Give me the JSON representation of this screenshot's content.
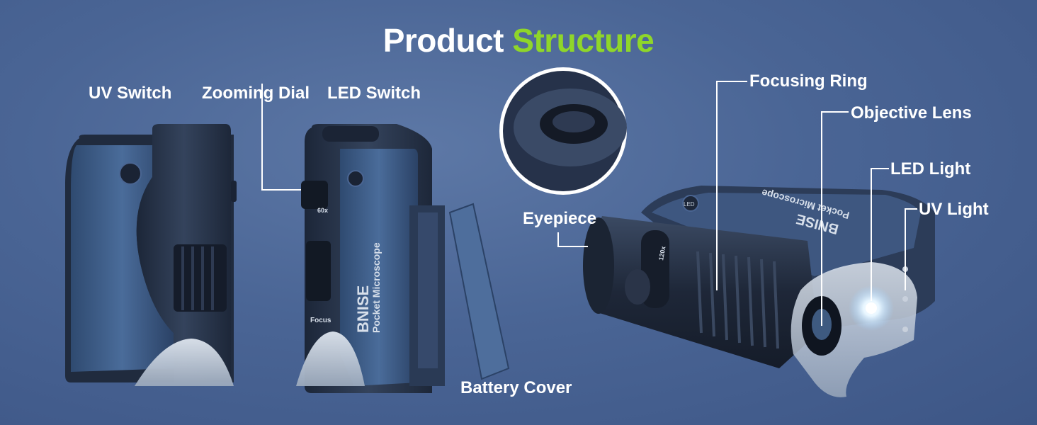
{
  "title": {
    "part1": "Product",
    "part2": "Structure",
    "accent_color": "#8fd62a"
  },
  "labels": {
    "uv_switch": "UV Switch",
    "zooming_dial": "Zooming Dial",
    "led_switch": "LED Switch",
    "eyepiece": "Eyepiece",
    "battery_cover": "Battery Cover",
    "focusing_ring": "Focusing Ring",
    "objective_lens": "Objective Lens",
    "led_light": "LED Light",
    "uv_light": "UV Light"
  },
  "device_print": {
    "brand": "BNISE",
    "model": "Pocket Microscope",
    "mag_60": "60x",
    "mag_120": "120x",
    "focus": "Focus",
    "led_button": "LED"
  },
  "colors": {
    "background": "#4a6595",
    "body_dark": "#2b3a52",
    "body_panel": "#3f5f8c",
    "label_text": "#ffffff"
  }
}
